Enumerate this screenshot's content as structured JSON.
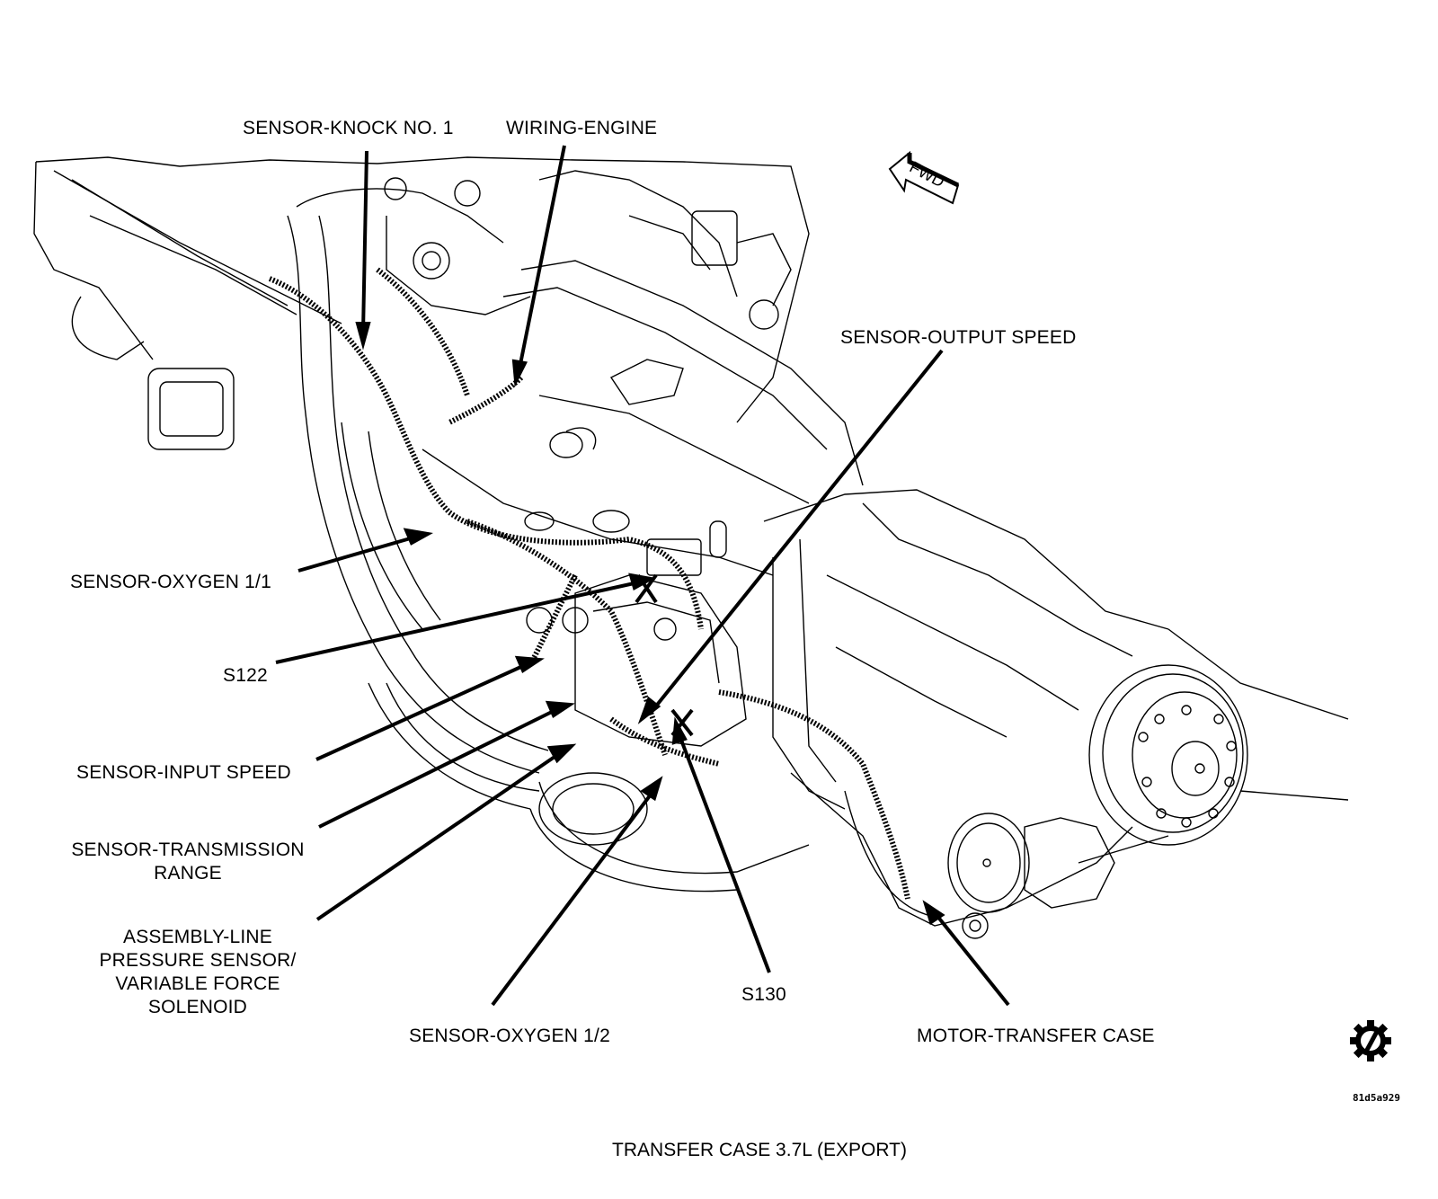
{
  "diagram": {
    "title": "TRANSFER CASE 3.7L (EXPORT)",
    "document_id": "81d5a929",
    "direction_indicator": "FWD",
    "callouts": [
      {
        "id": "sensor-knock-no1",
        "text": [
          "SENSOR-KNOCK NO. 1"
        ]
      },
      {
        "id": "wiring-engine",
        "text": [
          "WIRING-ENGINE"
        ]
      },
      {
        "id": "sensor-output-speed",
        "text": [
          "SENSOR-OUTPUT SPEED"
        ]
      },
      {
        "id": "sensor-oxygen-1-1",
        "text": [
          "SENSOR-OXYGEN 1/1"
        ]
      },
      {
        "id": "s122",
        "text": [
          "S122"
        ]
      },
      {
        "id": "sensor-input-speed",
        "text": [
          "SENSOR-INPUT SPEED"
        ]
      },
      {
        "id": "sensor-transmission-range",
        "text": [
          "SENSOR-TRANSMISSION",
          "RANGE"
        ]
      },
      {
        "id": "assembly-line-pressure",
        "text": [
          "ASSEMBLY-LINE",
          "PRESSURE SENSOR/",
          "VARIABLE FORCE",
          "SOLENOID"
        ]
      },
      {
        "id": "sensor-oxygen-1-2",
        "text": [
          "SENSOR-OXYGEN 1/2"
        ]
      },
      {
        "id": "s130",
        "text": [
          "S130"
        ]
      },
      {
        "id": "motor-transfer-case",
        "text": [
          "MOTOR-TRANSFER CASE"
        ]
      }
    ],
    "icons": {
      "service_symbol": "gear-with-slash-icon",
      "forward_arrow": "fwd-arrow-icon"
    }
  }
}
